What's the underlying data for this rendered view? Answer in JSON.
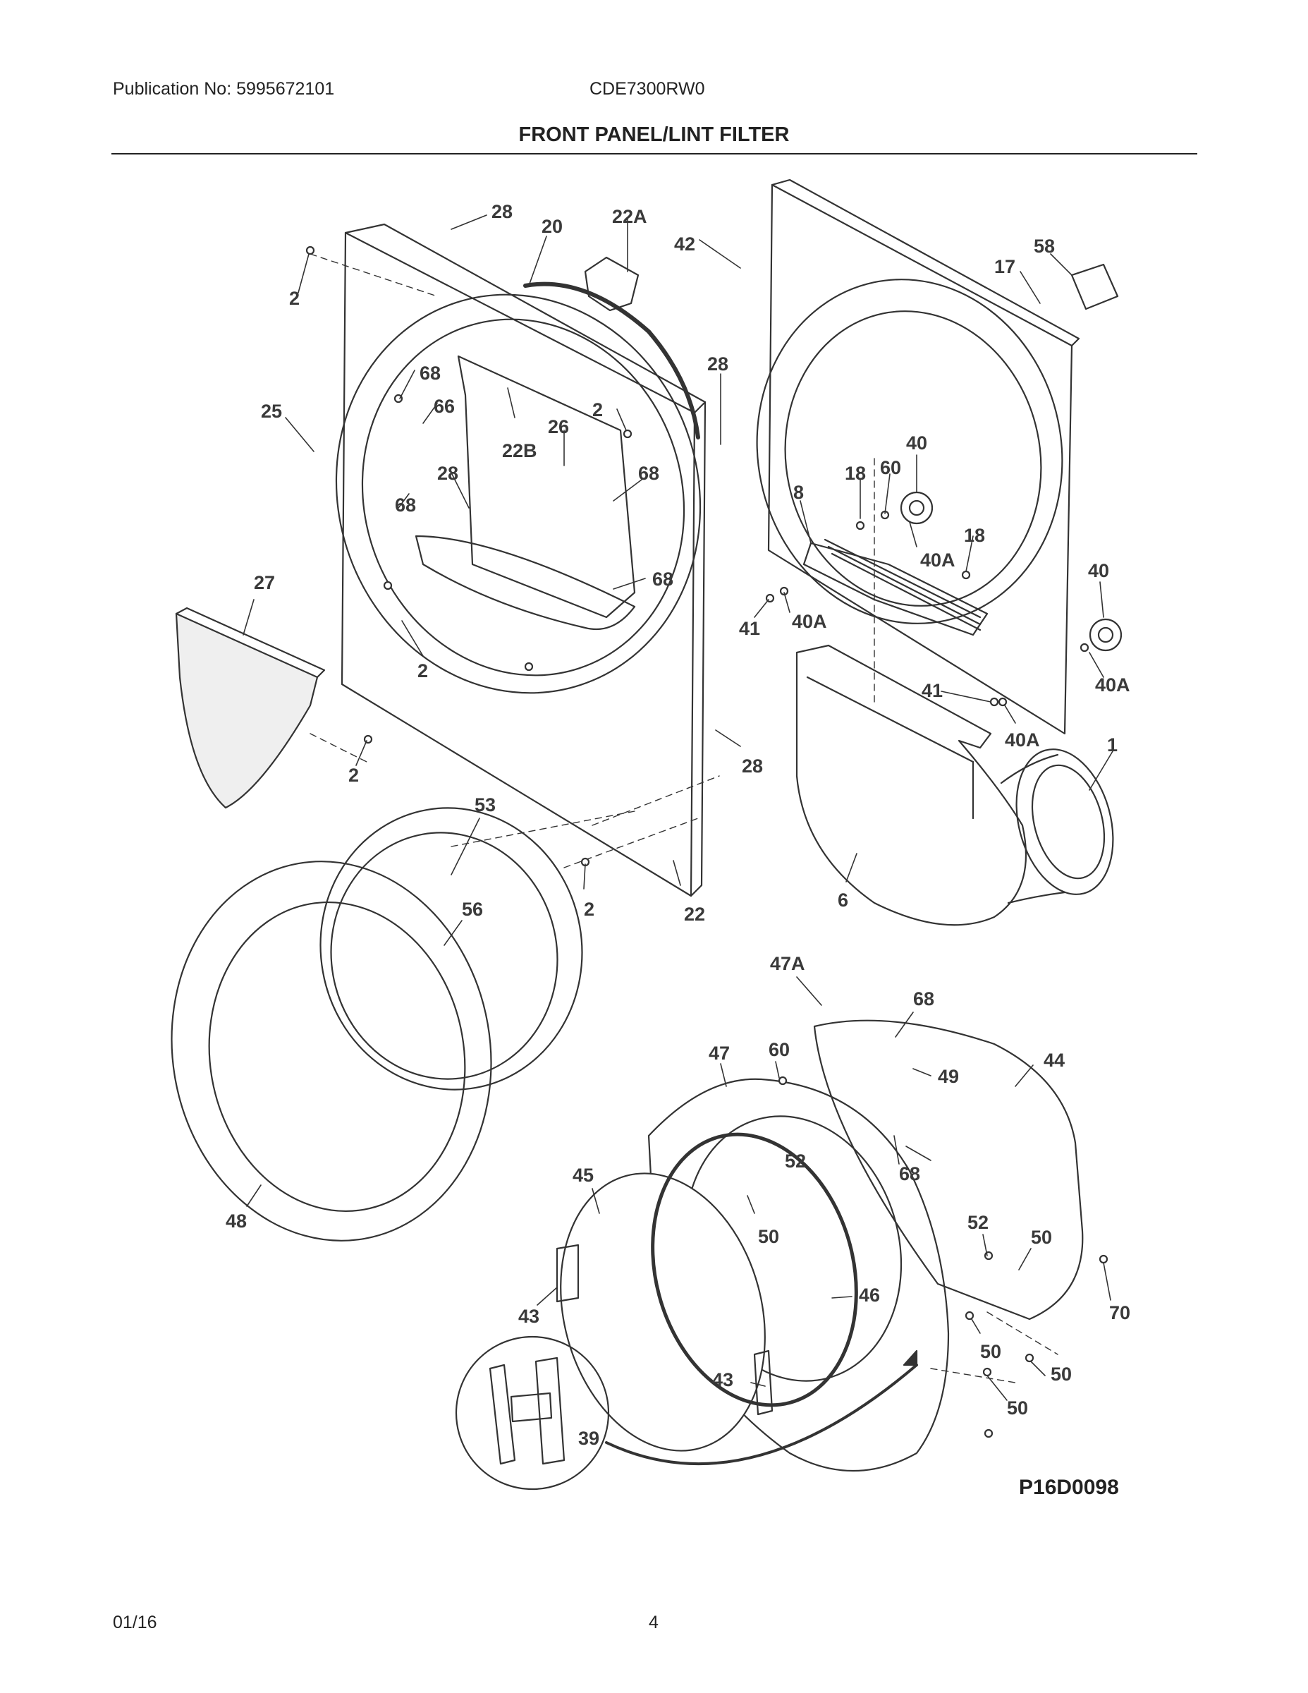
{
  "header": {
    "publication": "Publication No: 5995672101",
    "model": "CDE7300RW0"
  },
  "title": "FRONT PANEL/LINT FILTER",
  "diagram_code": "P16D0098",
  "callouts": [
    "28",
    "20",
    "22A",
    "42",
    "58",
    "17",
    "2",
    "68",
    "66",
    "25",
    "2",
    "22B",
    "26",
    "28",
    "68",
    "28",
    "68",
    "18",
    "60",
    "40",
    "8",
    "18",
    "40A",
    "68",
    "27",
    "41",
    "40A",
    "40",
    "2",
    "41",
    "40A",
    "40A",
    "1",
    "28",
    "2",
    "53",
    "2",
    "22",
    "6",
    "56",
    "47A",
    "68",
    "47",
    "60",
    "49",
    "44",
    "52",
    "45",
    "68",
    "48",
    "50",
    "52",
    "50",
    "46",
    "43",
    "70",
    "50",
    "43",
    "50",
    "39",
    "50"
  ],
  "footer": {
    "date": "01/16",
    "page": "4"
  }
}
